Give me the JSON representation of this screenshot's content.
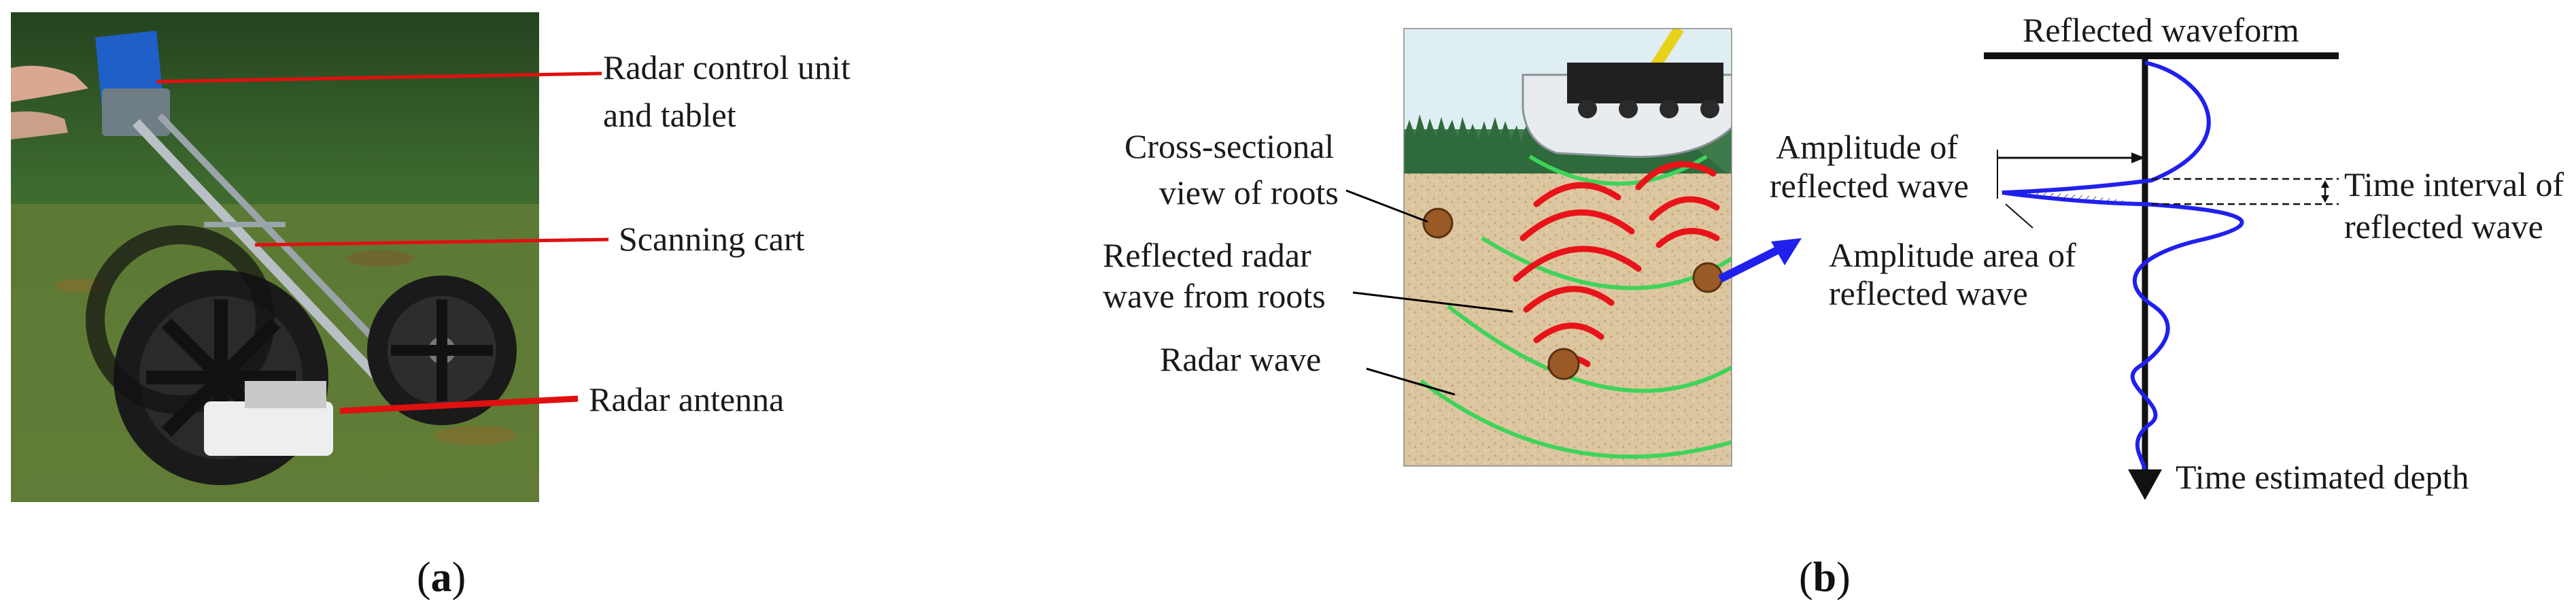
{
  "panel_a": {
    "labels": {
      "control_unit_line1": "Radar control unit",
      "control_unit_line2": "and tablet",
      "scanning_cart": "Scanning cart",
      "radar_antenna": "Radar antenna"
    },
    "caption_open": "(",
    "caption_letter": "a",
    "caption_close": ")"
  },
  "panel_b": {
    "labels": {
      "cross_section_line1": "Cross-sectional",
      "cross_section_line2": "view of roots",
      "reflected_line1": "Reflected radar",
      "reflected_line2": "wave from roots",
      "radar_wave": "Radar wave",
      "reflected_waveform": "Reflected waveform",
      "amplitude_line1": "Amplitude of",
      "amplitude_line2": "reflected wave",
      "amp_area_line1": "Amplitude area of",
      "amp_area_line2": "reflected wave",
      "time_interval_line1": "Time interval of",
      "time_interval_line2": "reflected wave",
      "time_depth": "Time estimated depth"
    },
    "caption_open": "(",
    "caption_letter": "b",
    "caption_close": ")"
  },
  "colors": {
    "leader_red": "#e01010",
    "wave_red": "#e8141a",
    "wave_green": "#3fd35a",
    "waveform_blue": "#2020ee",
    "root_brown": "#9a5a26",
    "soil": "#dcc6a0",
    "grass": "#3f7a4a",
    "sky": "#dfeef2"
  }
}
